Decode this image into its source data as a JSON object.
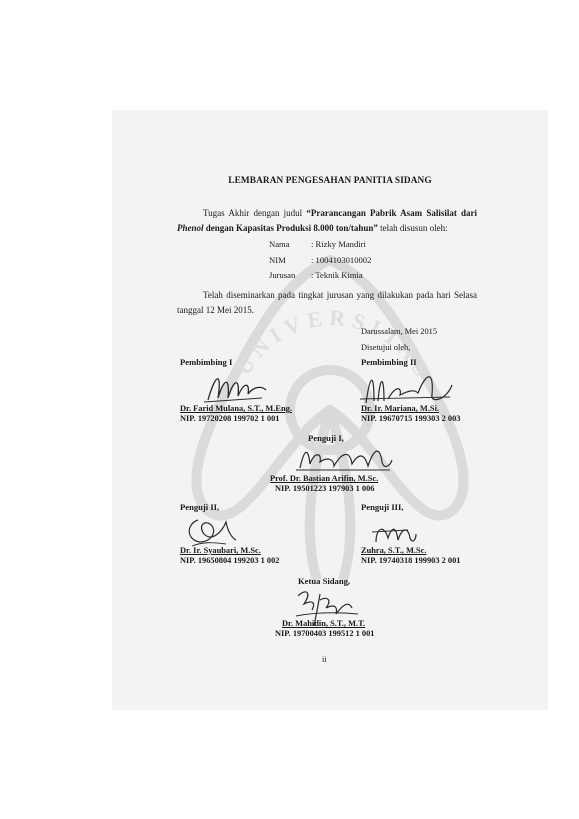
{
  "title": "LEMBARAN PENGESAHAN PANITIA SIDANG",
  "intro": {
    "prefix": "Tugas Akhir dengan judul ",
    "title_bold": "“Prarancangan Pabrik Asam Salisilat dari",
    "title_italic": "Phenol",
    "title_bold2": " dengan Kapasitas Produksi 8.000 ton/tahun”",
    "suffix": " telah disusun oleh:"
  },
  "student": [
    {
      "label": "Nama",
      "value": ": Rizky Mandiri"
    },
    {
      "label": "NIM",
      "value": ": 1004103010002"
    },
    {
      "label": "Jurusan",
      "value": ": Teknik Kimia"
    }
  ],
  "seminar_text": "Telah diseminarkan pada tingkat jurusan yang dilakukan pada hari Selasa tanggal 12 Mei 2015.",
  "place_date": "Darussalam,        Mei 2015",
  "approved": "Disetujui oleh,",
  "pembimbing1": {
    "role": "Pembimbing I",
    "name": "Dr. Farid Mulana, S.T., M.Eng.",
    "nip": "NIP. 19720208 199702 1 001"
  },
  "pembimbing2": {
    "role": "Pembimbing II",
    "name": "Dr. Ir. Mariana, M.Si.",
    "nip": "NIP. 19670715 199303 2 003"
  },
  "penguji1": {
    "role": "Penguji I,",
    "name": "Prof. Dr. Bastian Arifin, M.Sc.",
    "nip": "NIP. 19501223 197903 1 006"
  },
  "penguji2": {
    "role": "Penguji II,",
    "name": "Dr. Ir. Syaubari, M.Sc.",
    "nip": "NIP. 19650804 199203 1 002"
  },
  "penguji3": {
    "role": "Penguji III,",
    "name": "Zuhra, S.T., M.Sc.",
    "nip": "NIP. 19740318 199903 2 001"
  },
  "ketua": {
    "role": "Ketua Sidang,",
    "name": "Dr. Mahidin, S.T., M.T.",
    "nip": "NIP. 19700403 199512 1 001"
  },
  "watermark_text": "UNIVERSITAS SYIAH KUALA",
  "page_number": "ii"
}
